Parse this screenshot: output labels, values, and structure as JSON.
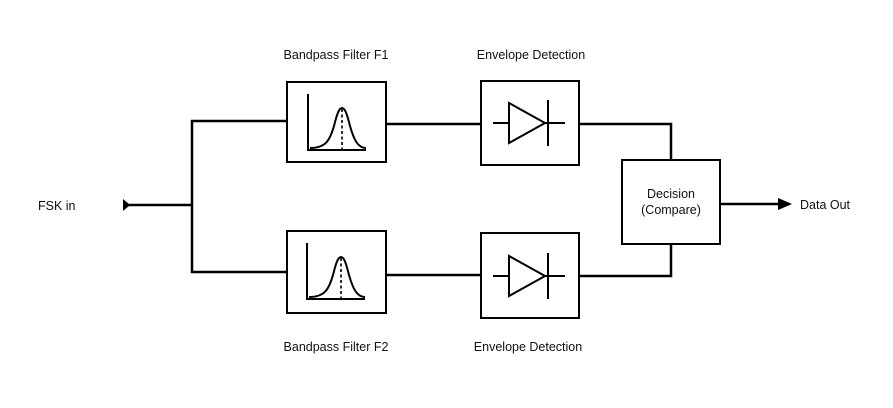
{
  "diagram": {
    "title": "FSK non-coherent demodulator block diagram",
    "input_label": "FSK in",
    "output_label": "Data Out",
    "blocks": {
      "filter_f1": {
        "label": "Bandpass Filter F1",
        "icon": "bandpass-curve-icon"
      },
      "filter_f2": {
        "label": "Bandpass Filter F2",
        "icon": "bandpass-curve-icon"
      },
      "envelope_1": {
        "label": "Envelope Detection",
        "icon": "diode-icon"
      },
      "envelope_2": {
        "label": "Envelope Detection",
        "icon": "diode-icon"
      },
      "decision": {
        "label_line1": "Decision",
        "label_line2": "(Compare)"
      }
    },
    "connections": [
      [
        "FSK in",
        "Bandpass Filter F1"
      ],
      [
        "FSK in",
        "Bandpass Filter F2"
      ],
      [
        "Bandpass Filter F1",
        "Envelope Detection (top)"
      ],
      [
        "Bandpass Filter F2",
        "Envelope Detection (bottom)"
      ],
      [
        "Envelope Detection (top)",
        "Decision (Compare)"
      ],
      [
        "Envelope Detection (bottom)",
        "Decision (Compare)"
      ],
      [
        "Decision (Compare)",
        "Data Out"
      ]
    ],
    "colors": {
      "stroke": "#000000",
      "background": "#ffffff",
      "text": "#111111"
    }
  }
}
